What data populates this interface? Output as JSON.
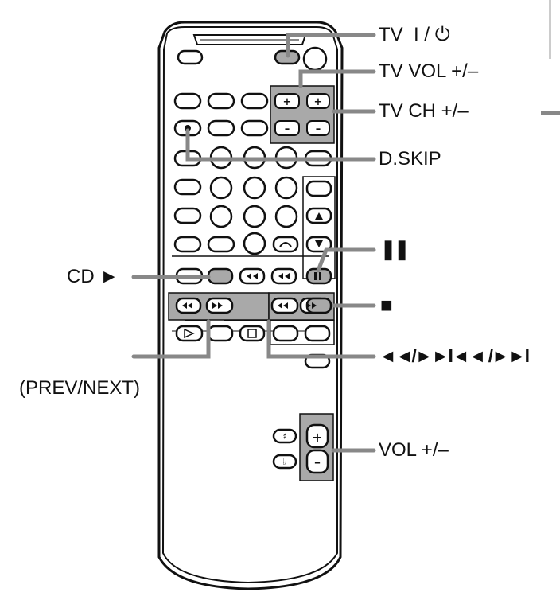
{
  "labels": {
    "tv_power": "TV",
    "tv_power_symbol": "I / ⏻",
    "tv_vol": "TV VOL +/–",
    "tv_ch": "TV CH +/–",
    "dskip": "D.SKIP",
    "pause": "❚❚",
    "cd_play": "CD ►",
    "stop": "■",
    "search": "◄◄/►►I◄◄ /►►I",
    "prev_next": "(PREV/NEXT)",
    "vol": "VOL +/–"
  },
  "colors": {
    "body_outline": "#111111",
    "highlight": "#a9a9a9",
    "button_fill": "#ffffff",
    "dark_button": "#888888"
  }
}
